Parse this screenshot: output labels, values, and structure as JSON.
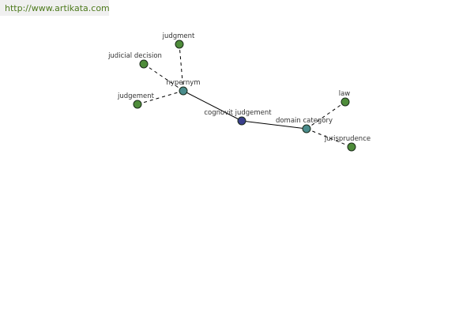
{
  "header": {
    "url": "http://www.artikata.com"
  },
  "colors": {
    "leaf_node": "#4e8c3a",
    "relation_node": "#4a8c8c",
    "center_node": "#3a3f8c",
    "url_text": "#4d7a1c"
  },
  "graph": {
    "center": {
      "id": "cognoscit",
      "label": "cognovit judgement"
    },
    "relations": [
      {
        "id": "hypernym",
        "label": "hypernym"
      },
      {
        "id": "domain",
        "label": "domain category"
      }
    ],
    "leaves": [
      {
        "id": "judgment",
        "label": "judgment",
        "relation": "hypernym"
      },
      {
        "id": "judicial_decision",
        "label": "judicial decision",
        "relation": "hypernym"
      },
      {
        "id": "judgement",
        "label": "judgement",
        "relation": "hypernym"
      },
      {
        "id": "law",
        "label": "law",
        "relation": "domain"
      },
      {
        "id": "jurisprudence",
        "label": "jurisprudence",
        "relation": "domain"
      }
    ]
  }
}
